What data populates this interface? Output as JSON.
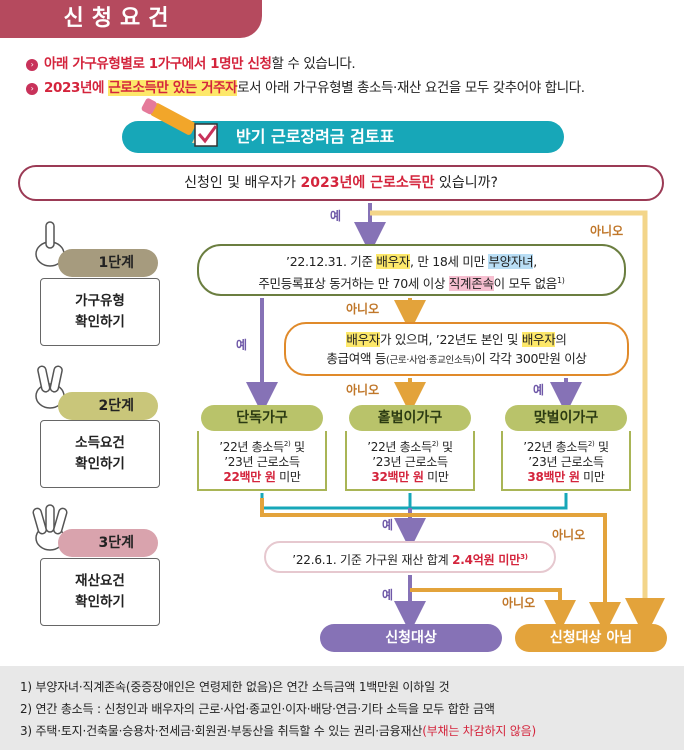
{
  "title": "신청요건",
  "bullets": [
    {
      "red": "아래 가구유형별로 1가구에서 1명만 신청",
      "rest": "할 수 있습니다."
    },
    {
      "pre": "2023년에 ",
      "hl": "근로소득만 있는 거주자",
      "rest": "로서 아래 가구유형별 총소득·재산 요건을 모두 갖추어야 합니다."
    }
  ],
  "banner": "반기 근로장려금 검토표",
  "question": {
    "pre": "신청인 및 배우자가 ",
    "red": "2023년에 근로소득만",
    "post": " 있습니까?"
  },
  "stages": [
    {
      "tag": "1단계",
      "line1": "가구유형",
      "line2": "확인하기"
    },
    {
      "tag": "2단계",
      "line1": "소득요건",
      "line2": "확인하기"
    },
    {
      "tag": "3단계",
      "line1": "재산요건",
      "line2": "확인하기"
    }
  ],
  "cond1": {
    "a": "’22.12.31. 기준 ",
    "spouse": "배우자",
    "b": ", 만 18세 미만 ",
    "dependent": "부양자녀",
    "c": ",",
    "d": "주민등록표상 동거하는 만 70세 이상 ",
    "ancestor": "직계존속",
    "e": "이 모두 없음",
    "sup": "1)"
  },
  "cond2": {
    "spouse1": "배우자",
    "a": "가 있으며, ’22년도 본인 및 ",
    "spouse2": "배우자",
    "b": "의",
    "c": "총급여액 등",
    "small": "(근로·사업·종교인소득)",
    "d": "이 각각 300만원 이상"
  },
  "households": [
    {
      "name": "단독가구",
      "line1": "’22년 총소득",
      "sup": "2)",
      "line1b": " 및",
      "line2": "’23년 근로소득",
      "amount": "22백만 원",
      "tail": " 미만"
    },
    {
      "name": "홑벌이가구",
      "line1": "’22년 총소득",
      "sup": "2)",
      "line1b": " 및",
      "line2": "’23년 근로소득",
      "amount": "32백만 원",
      "tail": " 미만"
    },
    {
      "name": "맞벌이가구",
      "line1": "’22년 총소득",
      "sup": "2)",
      "line1b": " 및",
      "line2": "’23년 근로소득",
      "amount": "38백만 원",
      "tail": " 미만"
    }
  ],
  "cond3": {
    "pre": "’22.6.1. 기준 가구원 재산 합계 ",
    "red": "2.4억원 미만",
    "sup": "3)"
  },
  "labels": {
    "yes": "예",
    "no": "아니오"
  },
  "results": {
    "eligible": "신청대상",
    "not_eligible": "신청대상 아님"
  },
  "notes": [
    {
      "text": "1) 부양자녀·직계존속(중증장애인은 연령제한 없음)은 연간 소득금액 1백만원 이하일 것"
    },
    {
      "text": "2) 연간 총소득 : 신청인과 배우자의 근로·사업·종교인·이자·배당·연금·기타 소득을 모두 합한 금액"
    },
    {
      "text": "3) 주택·토지·건축물·승용차·전세금·회원권·부동산을 취득할 수 있는 권리·금융재산",
      "red": "(부채는 차감하지 않음)"
    }
  ],
  "colors": {
    "title_bg": "#b54a5e",
    "banner_bg": "#17a7b8",
    "yes_arrow": "#8672b6",
    "no_arrow": "#e3a33b",
    "highlight": "#fde86a",
    "stage1": "#a69b7e",
    "stage2": "#c9c67a",
    "stage3": "#d9a3ad"
  }
}
